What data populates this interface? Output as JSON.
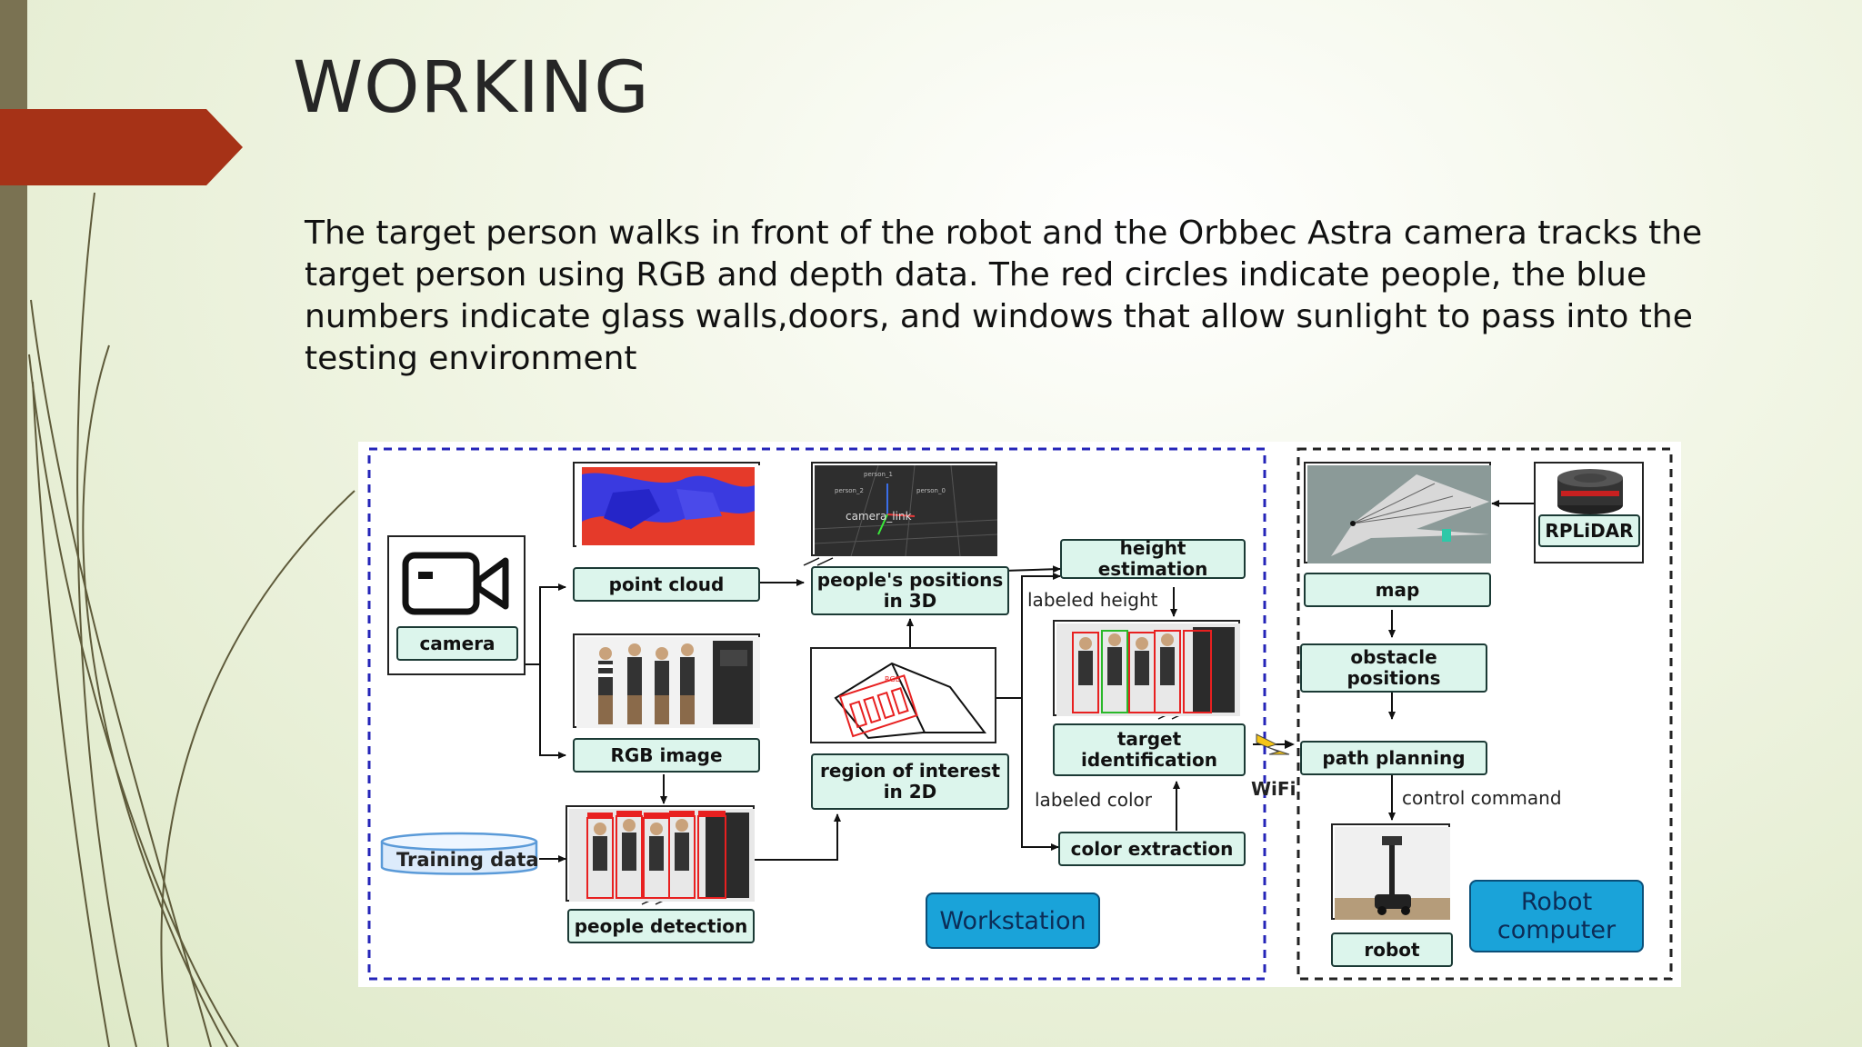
{
  "slide": {
    "title": "WORKING",
    "body": "The target person walks in front of the robot and the Orbbec Astra camera tracks the target person using RGB and depth data. The red circles indicate people, the blue numbers indicate glass walls,doors, and windows that allow sunlight to pass into the testing environment"
  },
  "diagram": {
    "nodes": {
      "camera": "camera",
      "point_cloud": "point cloud",
      "rgb_image": "RGB image",
      "training_data": "Training data",
      "people_detection": "people detection",
      "people_positions_3d": "people's positions\nin 3D",
      "region_of_interest_2d": "region of interest\nin 2D",
      "height_estimation": "height estimation",
      "target_identification": "target\nidentification",
      "color_extraction": "color extraction",
      "map": "map",
      "obstacle_positions": "obstacle\npositions",
      "path_planning": "path planning",
      "robot": "robot",
      "rplidar": "RPLiDAR"
    },
    "edge_labels": {
      "labeled_height": "labeled height",
      "labeled_color": "labeled color",
      "wifi": "WiFi",
      "control_command": "control command"
    },
    "image_captions": {
      "roi_rgb": "RGB",
      "camera_link": "camera_link",
      "person_1": "person_1",
      "person_2": "person_2",
      "person_0": "person_0"
    },
    "groups": {
      "workstation": "Workstation",
      "robot_computer": "Robot\ncomputer"
    }
  },
  "colors": {
    "accent_red": "#a63217",
    "node_fill": "#dcf5ec",
    "group_badge": "#1aa3d9",
    "group_border": "#2525b8",
    "left_bar": "#7a7252"
  }
}
